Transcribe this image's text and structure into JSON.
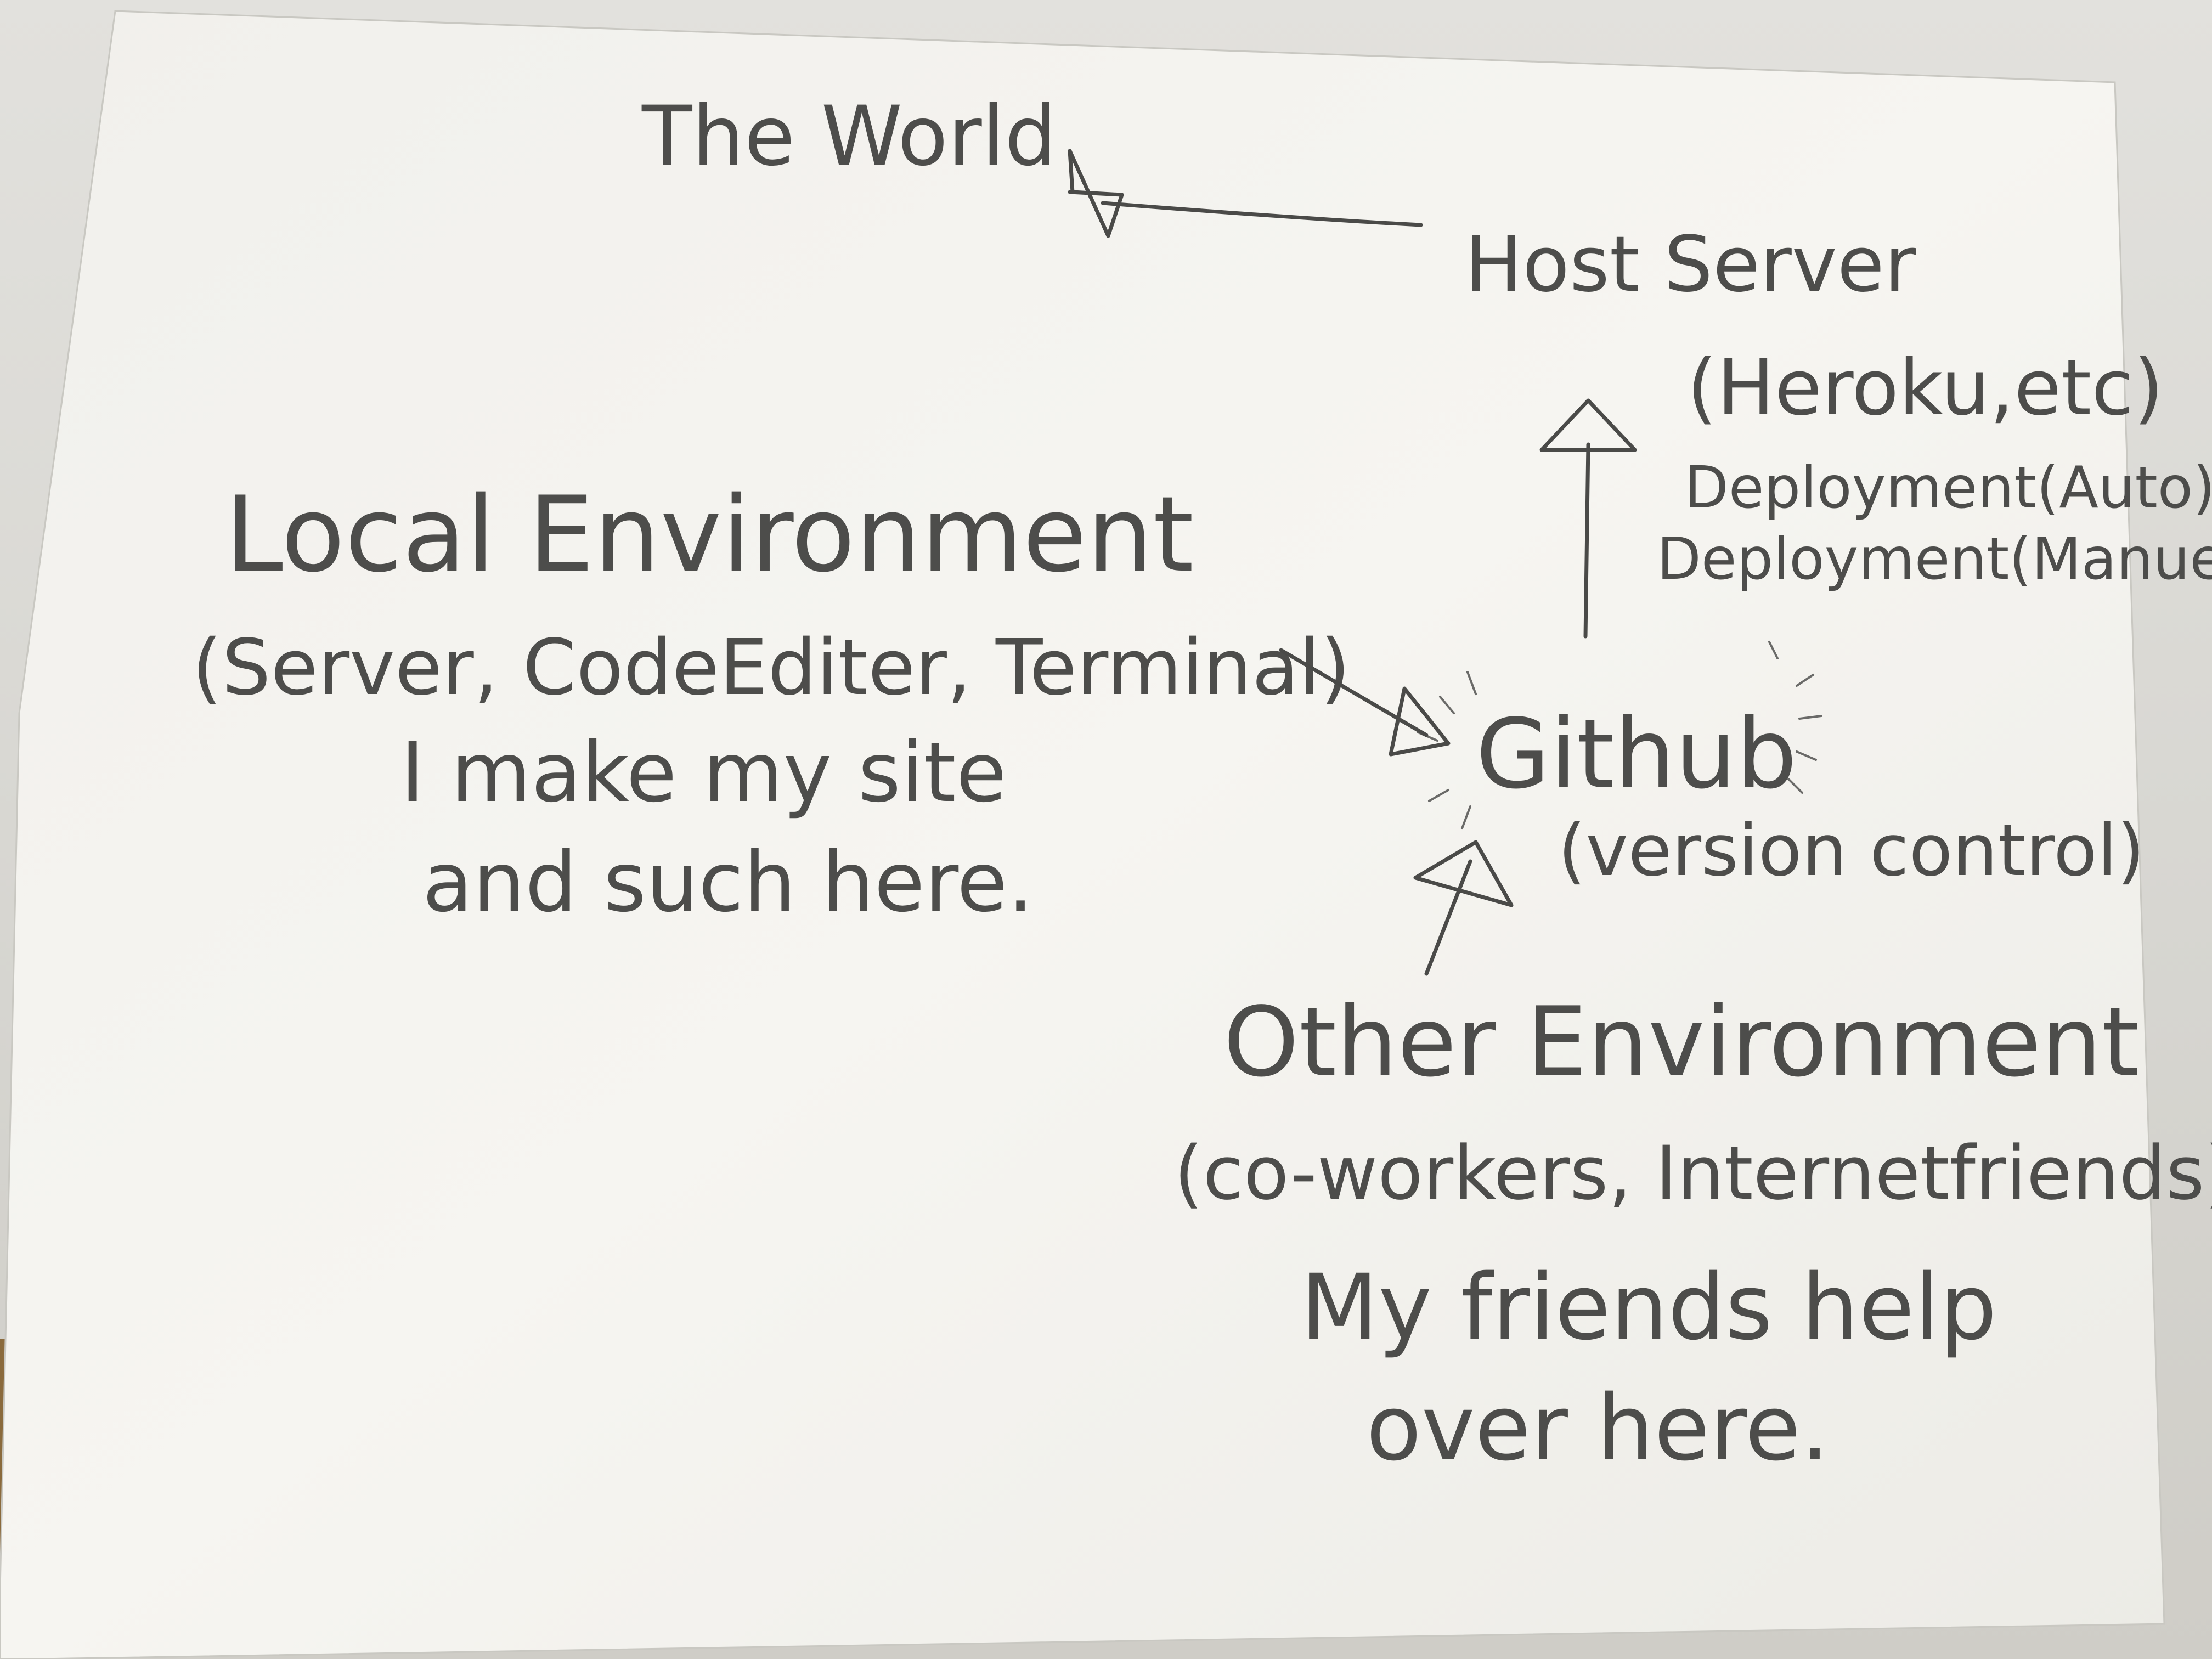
{
  "diagram": {
    "nodes": {
      "world": {
        "title": "The World"
      },
      "host_server": {
        "title": "Host Server",
        "subtitle": "(Heroku,etc)"
      },
      "local_env": {
        "title": "Local Environment",
        "detail": "(Server, CodeEditer, Terminal)",
        "note_line1": "I make my site",
        "note_line2": "and such here."
      },
      "github": {
        "title": "Github",
        "subtitle": "(version control)"
      },
      "other_env": {
        "title": "Other Environment",
        "detail": "(co-workers, Internetfriends)",
        "note_line1": "My friends help",
        "note_line2": "over here."
      }
    },
    "edges": {
      "host_to_world": "",
      "github_to_host_label1": "Deployment(Auto)",
      "github_to_host_label2": "Deployment(Manuel)",
      "local_to_github": "",
      "other_to_github": ""
    }
  },
  "colors": {
    "paper": "#f4f3ef",
    "pencil": "#4a4a48",
    "background": "#d9d8d3"
  }
}
